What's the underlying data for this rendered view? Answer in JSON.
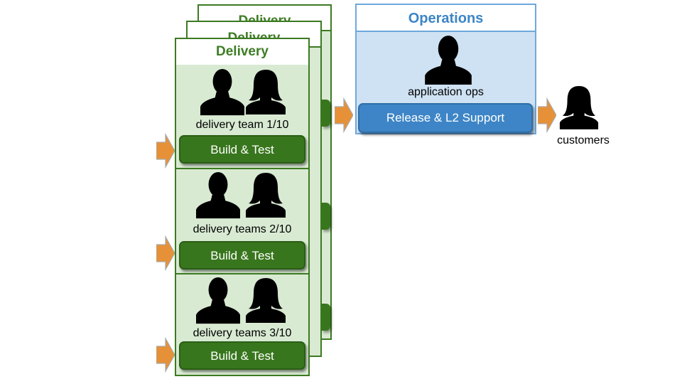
{
  "delivery": {
    "title": "Delivery",
    "teams": [
      {
        "label": "delivery team 1/10",
        "button": "Build & Test"
      },
      {
        "label": "delivery teams 2/10",
        "button": "Build & Test"
      },
      {
        "label": "delivery teams 3/10",
        "button": "Build & Test"
      }
    ]
  },
  "operations": {
    "title": "Operations",
    "person_label": "application ops",
    "button": "Release & L2 Support"
  },
  "customers": {
    "label": "customers"
  },
  "colors": {
    "delivery_green": "#38761d",
    "delivery_fill": "#d9ead3",
    "ops_blue": "#3d85c6",
    "ops_fill": "#cfe2f3",
    "arrow_orange": "#e69138"
  },
  "icons": [
    "male-silhouette-icon",
    "female-silhouette-icon",
    "arrow-right-icon"
  ]
}
